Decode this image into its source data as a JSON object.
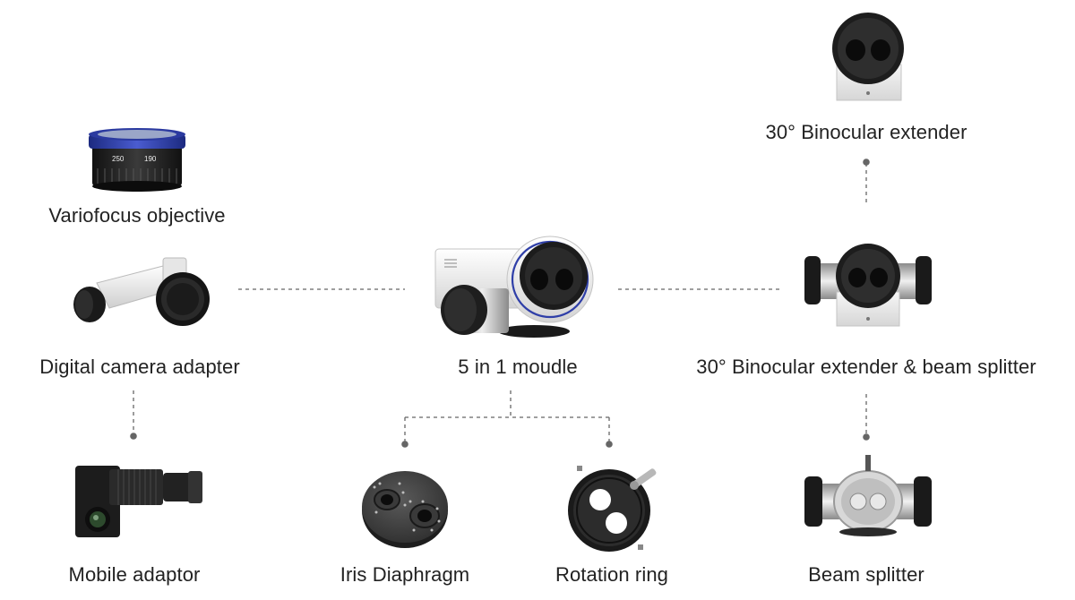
{
  "title": "",
  "nodes": [
    {
      "id": "center",
      "label": "5 in 1 moudle",
      "icon": "five-in-one-module-icon"
    },
    {
      "id": "variofocus",
      "label": "Variofocus objective",
      "icon": "variofocus-objective-icon"
    },
    {
      "id": "camera",
      "label": "Digital camera adapter",
      "icon": "digital-camera-adapter-icon"
    },
    {
      "id": "mobile",
      "label": "Mobile adaptor",
      "icon": "mobile-adaptor-icon"
    },
    {
      "id": "iris",
      "label": "Iris Diaphragm",
      "icon": "iris-diaphragm-icon"
    },
    {
      "id": "rotation",
      "label": "Rotation ring",
      "icon": "rotation-ring-icon"
    },
    {
      "id": "binocular",
      "label": "30° Binocular extender",
      "icon": "binocular-extender-icon"
    },
    {
      "id": "binocular_split",
      "label": "30° Binocular extender & beam splitter",
      "icon": "binocular-beam-splitter-icon"
    },
    {
      "id": "beam",
      "label": "Beam splitter",
      "icon": "beam-splitter-icon"
    }
  ],
  "edges": [
    {
      "from": "camera",
      "to": "center",
      "style": "dashed"
    },
    {
      "from": "center",
      "to": "binocular_split",
      "style": "dashed"
    },
    {
      "from": "camera",
      "to": "mobile",
      "style": "dashed"
    },
    {
      "from": "center",
      "to": "iris",
      "style": "dashed"
    },
    {
      "from": "center",
      "to": "rotation",
      "style": "dashed"
    },
    {
      "from": "binocular_split",
      "to": "binocular",
      "style": "dashed"
    },
    {
      "from": "binocular_split",
      "to": "beam",
      "style": "dashed"
    }
  ],
  "colors": {
    "line": "#666666",
    "dot": "#666666",
    "text": "#222222",
    "accent_blue": "#2f3fa8"
  }
}
